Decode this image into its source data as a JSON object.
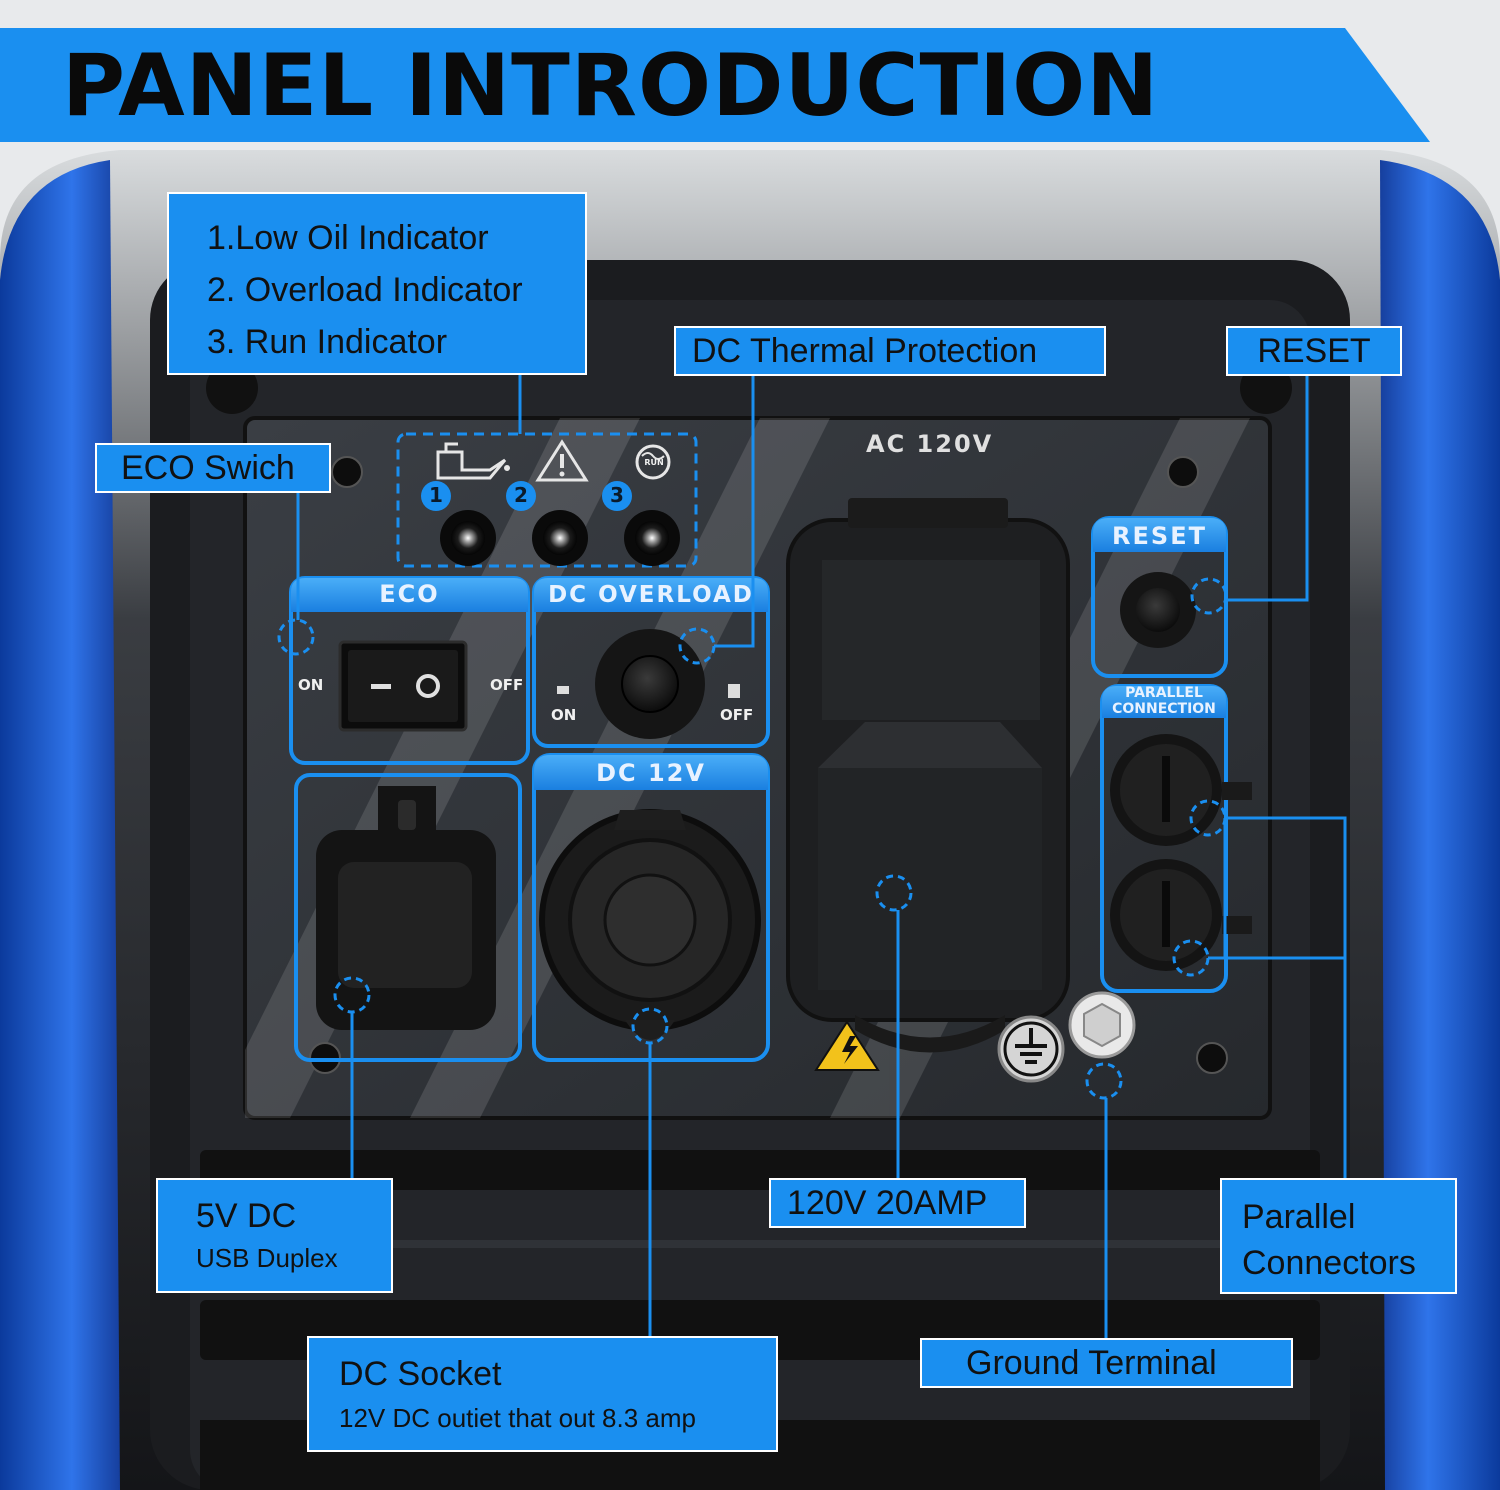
{
  "header": {
    "title": "PANEL INTRODUCTION"
  },
  "callouts": {
    "indicators": [
      "1.Low Oil Indicator",
      "2. Overload Indicator",
      "3. Run Indicator"
    ],
    "dc_thermal": "DC Thermal Protection",
    "reset": "RESET",
    "eco": "ECO Swich",
    "usb": {
      "title": "5V DC",
      "sub": "USB Duplex"
    },
    "amp120": "120V 20AMP",
    "parallel": "Parallel\nConnectors",
    "parallel_line1": "Parallel",
    "parallel_line2": "Connectors",
    "dc_socket": {
      "title": "DC Socket",
      "sub": "12V DC outiet that out 8.3 amp"
    },
    "ground": "Ground Terminal"
  },
  "panel": {
    "ac": "AC 120V",
    "eco": "ECO",
    "on": "ON",
    "off": "OFF",
    "dc_overload": "DC OVERLOAD",
    "dc12v": "DC 12V",
    "reset": "RESET",
    "parallel_1": "PARALLEL",
    "parallel_2": "CONNECTION",
    "ind_numbers": [
      "1",
      "2",
      "3"
    ],
    "run": "RUN"
  },
  "colors": {
    "accent": "#1a8ff0",
    "frame_blue": "#1f5fd6",
    "panel": "#2e3136"
  },
  "icons": [
    "oil-can-icon",
    "warning-triangle-icon",
    "run-icon",
    "ground-icon",
    "high-voltage-icon"
  ]
}
